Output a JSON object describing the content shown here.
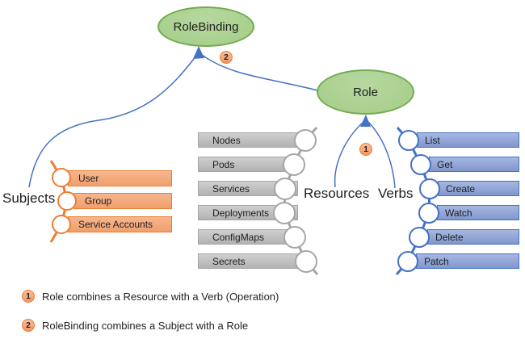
{
  "nodes": {
    "rolebinding": "RoleBinding",
    "role": "Role"
  },
  "groups": {
    "subjects": {
      "label": "Subjects",
      "items": [
        "User",
        "Group",
        "Service Accounts"
      ]
    },
    "resources": {
      "label": "Resources",
      "items": [
        "Nodes",
        "Pods",
        "Services",
        "Deployments",
        "ConfigMaps",
        "Secrets"
      ]
    },
    "verbs": {
      "label": "Verbs",
      "items": [
        "List",
        "Get",
        "Create",
        "Watch",
        "Delete",
        "Patch"
      ]
    }
  },
  "badges": {
    "role_combination": "1",
    "rolebinding_combination": "2"
  },
  "legend": [
    {
      "badge": "1",
      "text": "Role combines a Resource with a Verb (Operation)"
    },
    {
      "badge": "2",
      "text": "RoleBinding combines a Subject with a Role"
    }
  ],
  "icons": {
    "chain_connector": "pin-circle-icon",
    "arrow": "curved-arrow-icon"
  },
  "colors": {
    "green_fill": "#A3CD87",
    "green_fill_light": "#B7D8A0",
    "green_border": "#73AB4F",
    "orange_fill": "#F09F6C",
    "orange_fill_light": "#F6B68F",
    "orange_border": "#ED7D31",
    "gray_fill": "#B2B2B2",
    "gray_fill_light": "#CFCFCF",
    "gray_border": "#A6A6A6",
    "blue_fill": "#8396CD",
    "blue_fill_light": "#A5B8E2",
    "blue_border": "#4472C4",
    "arrow": "#4472C4",
    "badge_fill": "#EF9668",
    "badge_fill_light": "#F9BE9B",
    "badge_border": "#ED7D31"
  }
}
